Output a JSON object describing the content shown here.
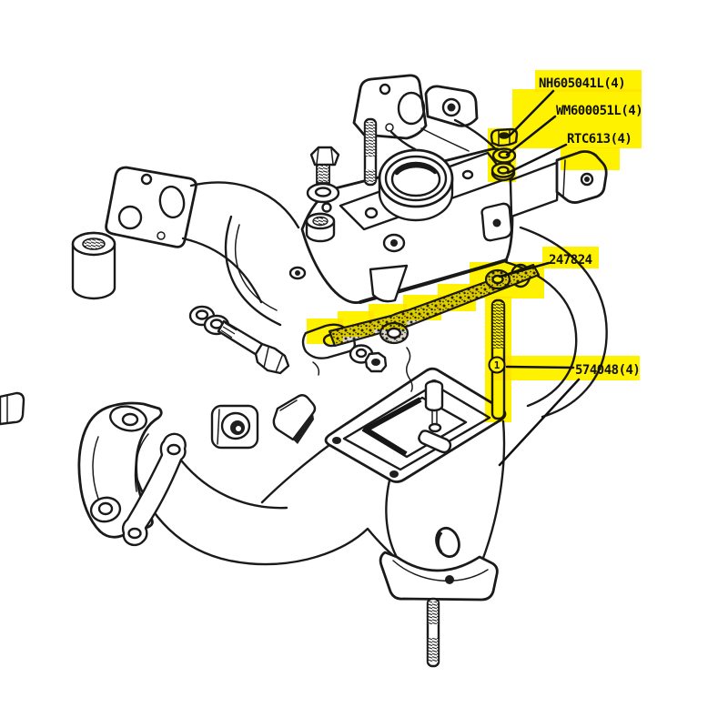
{
  "page": {
    "background": "#ffffff"
  },
  "diagram": {
    "type": "exploded-parts-illustration",
    "subject": "intake and exhaust manifold assembly",
    "line_color": "#1a1a1a",
    "highlight_color": "#FFF200",
    "callouts": [
      {
        "part_number": "NH605041L(4)",
        "points_to": "nut"
      },
      {
        "part_number": "WM600051L(4)",
        "points_to": "washer"
      },
      {
        "part_number": "RTC613(4)",
        "points_to": "washer"
      },
      {
        "part_number": "247824",
        "points_to": "gasket"
      },
      {
        "part_number": "574048(4)",
        "points_to": "stud"
      }
    ],
    "index_marker": "1"
  }
}
